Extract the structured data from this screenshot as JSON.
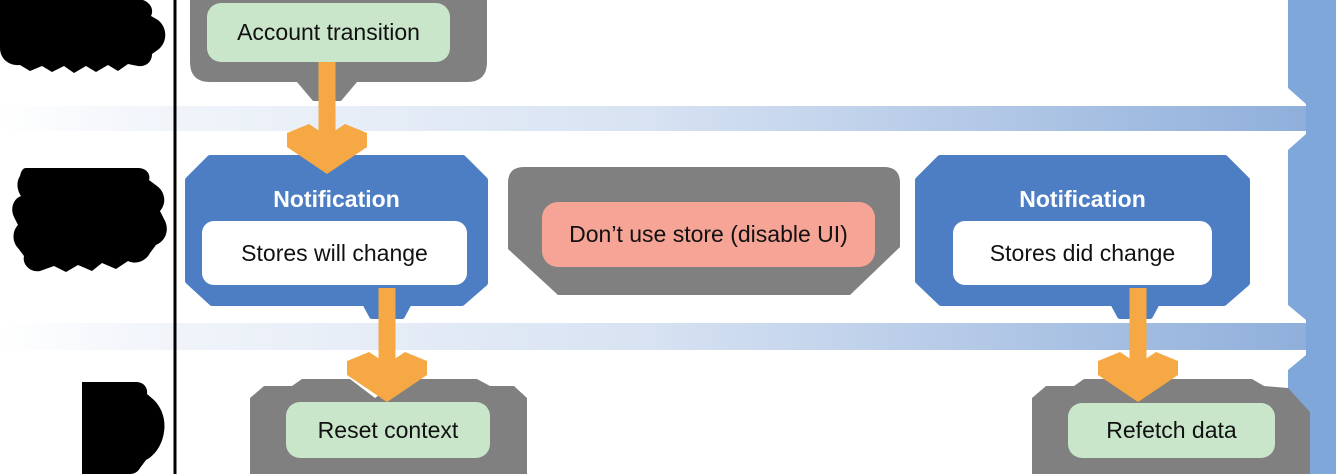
{
  "diagram": {
    "nodes": {
      "account_transition": {
        "label": "Account transition"
      },
      "notification_will": {
        "title": "Notification",
        "label": "Stores will change"
      },
      "dont_use_store": {
        "label": "Don’t use store (disable UI)"
      },
      "notification_did": {
        "title": "Notification",
        "label": "Stores did change"
      },
      "reset_context": {
        "label": "Reset context"
      },
      "refetch_data": {
        "label": "Refetch data"
      }
    },
    "colors": {
      "container_gray": "#808080",
      "notification_blue": "#4d7dc2",
      "flow_bar_blue": "#7fa7da",
      "band_end_blue": "#8fafdb",
      "pill_green": "#c9e5ca",
      "pill_salmon": "#f5a495",
      "arrow_orange": "#f5a843",
      "redaction_black": "#000000"
    }
  }
}
